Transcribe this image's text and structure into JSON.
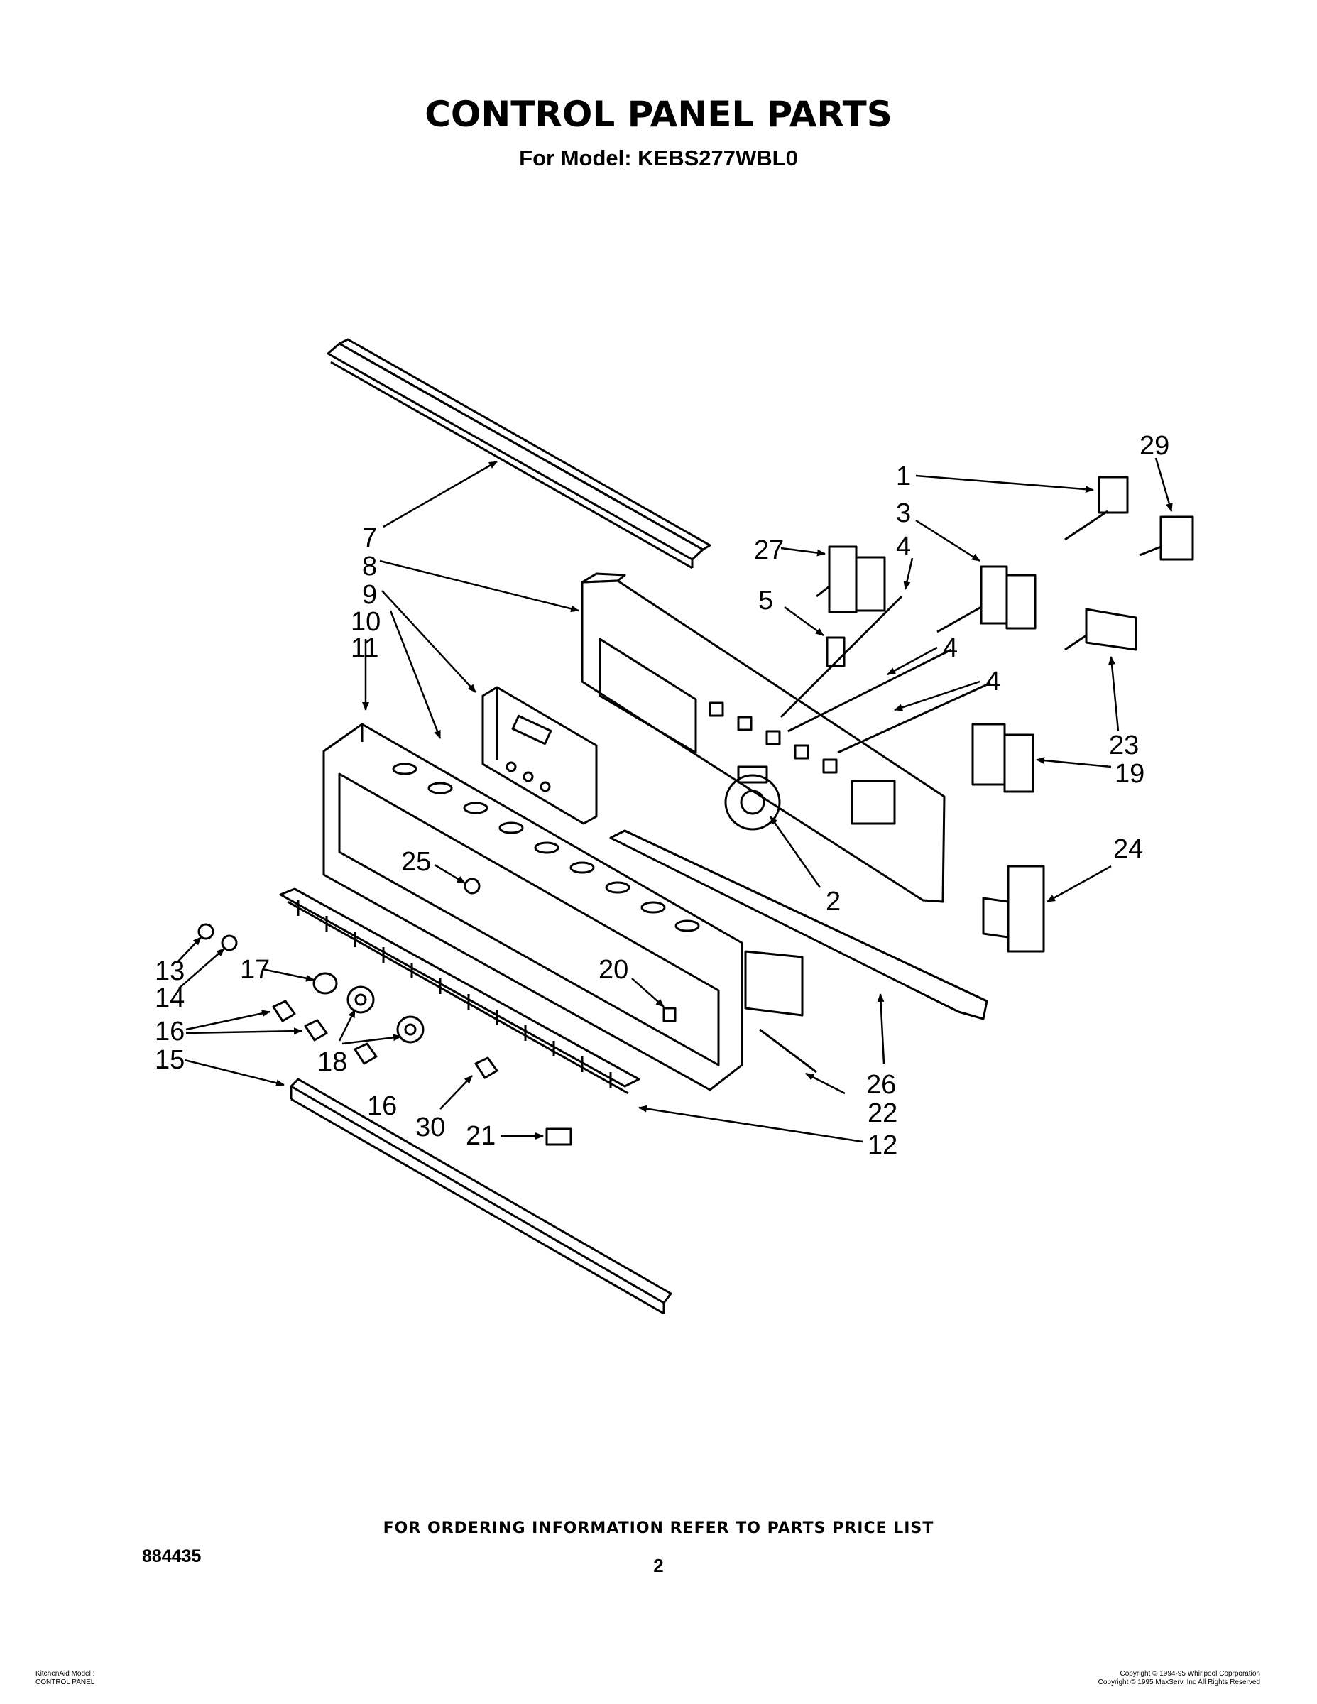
{
  "header": {
    "title": "CONTROL PANEL PARTS",
    "subtitle": "For Model: KEBS277WBL0"
  },
  "callouts": [
    "1",
    "2",
    "3",
    "4",
    "4",
    "4",
    "5",
    "7",
    "8",
    "9",
    "10",
    "11",
    "12",
    "13",
    "14",
    "15",
    "16",
    "16",
    "17",
    "18",
    "19",
    "20",
    "21",
    "22",
    "23",
    "24",
    "25",
    "26",
    "27",
    "29",
    "30"
  ],
  "footer": {
    "ordering_note": "FOR ORDERING INFORMATION REFER TO PARTS PRICE LIST",
    "doc_number": "884435",
    "page_number": "2",
    "left_line1": "KitchenAid Model :",
    "left_line2": "CONTROL PANEL",
    "right_line1": "Copyright © 1994-95 Whirlpool Coprporation",
    "right_line2": "Copyright © 1995 MaxServ, Inc   All Rights Reserved"
  }
}
